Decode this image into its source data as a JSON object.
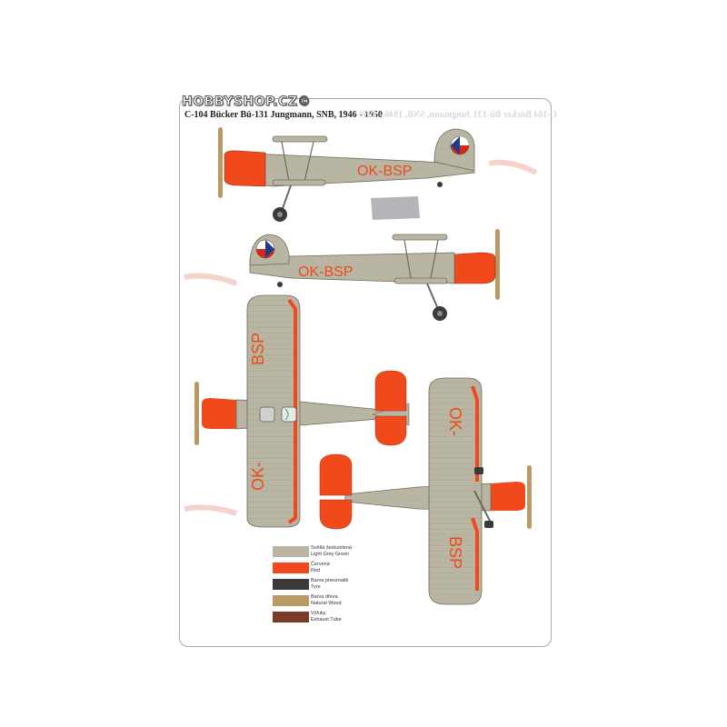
{
  "watermark": "HOBBYSHOP.CZ©",
  "title": "C-104 Bücker Bü-131 Jungmann, SNB, 1946 - 1950",
  "markings": {
    "registration_side": "OK-BSP",
    "wing_left_part": "OK-",
    "wing_right_part": "BSP"
  },
  "colors": {
    "light_grey_green": "#b9b5a3",
    "red": "#f04a1c",
    "tyre": "#3a3a3a",
    "natural_wood": "#b99a64",
    "exhaust": "#7a3b26"
  },
  "legend": [
    {
      "cz": "Světlá šedozelená",
      "en": "Light Grey Green",
      "color": "#b9b5a3"
    },
    {
      "cz": "Červená",
      "en": "Red",
      "color": "#f04a1c"
    },
    {
      "cz": "Barva pneumatik",
      "en": "Tyre",
      "color": "#3a3a3a"
    },
    {
      "cz": "Barva dřeva",
      "en": "Natural Wood",
      "color": "#b99a64"
    },
    {
      "cz": "Výfuky",
      "en": "Exhaust Tube",
      "color": "#7a3b26"
    }
  ]
}
